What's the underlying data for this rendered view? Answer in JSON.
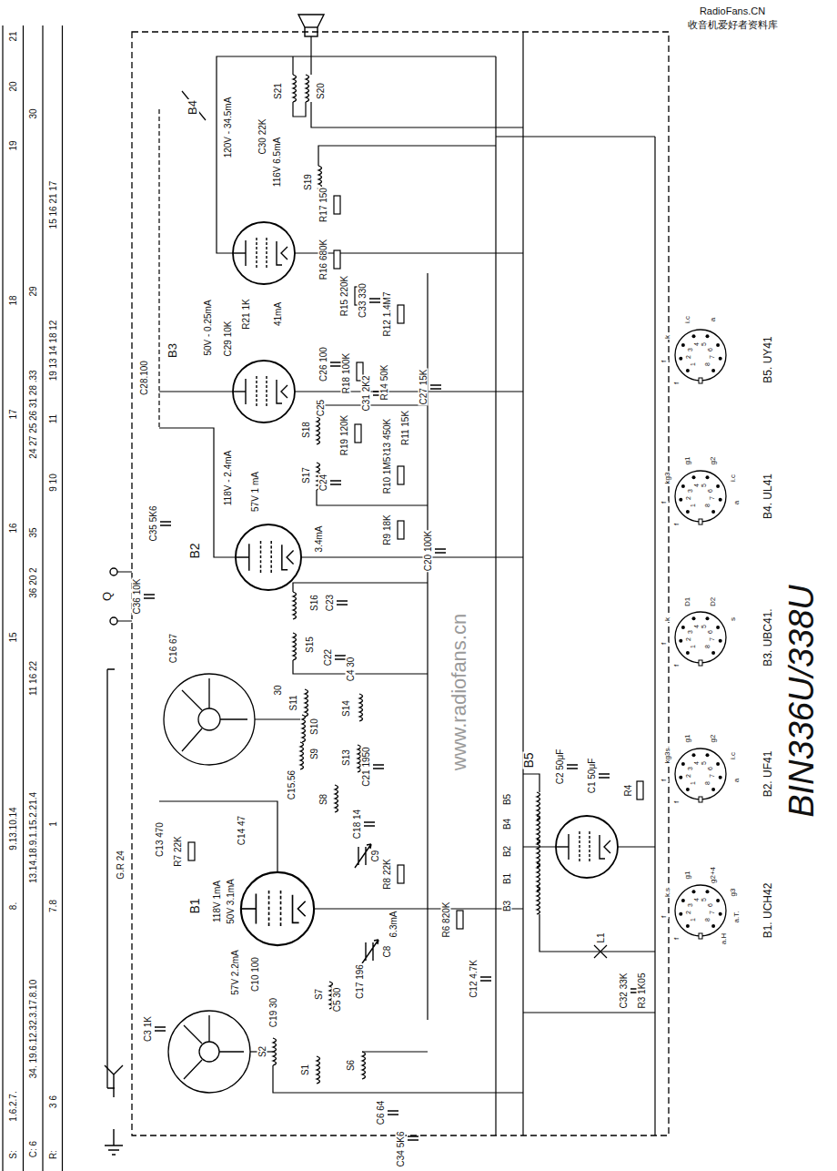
{
  "diagram": {
    "title": "BIN336U/338U",
    "labels": [
      "RadioFans.CN",
      "收音机爱好者资料库",
      "S:",
      "1.6.2.7.",
      "8.",
      "9.13.10.14",
      "15",
      "16",
      "17",
      "18",
      "19",
      "20",
      "21",
      "C: 6",
      "34. 19.6.12.32.3.17.8.10",
      "13.14.18.9.1.15.2.21.4",
      "11 16 22",
      "36 20 2",
      "35",
      "24 27 25 26 31 28 .33",
      "29",
      "30",
      "R:",
      "3 6",
      "7.8",
      "1",
      "9 10",
      "11",
      "19 13 14 18 12",
      "15 16 21 17",
      "B4",
      "120V - 34.5mA",
      "C30 22K",
      "116V 6.5mA",
      "S21",
      "S20",
      "S19",
      "41mA",
      "R21 1K",
      "C29 10K",
      "50V - 0.25mA",
      "B3",
      "C28.100",
      "R17 150",
      "R16 680K",
      "R15 220K",
      "C33 330",
      "R12 1.4M7",
      "C26 100",
      "C25",
      "S18",
      "R18 100K",
      "C31 2K2",
      "R14 50K",
      "R19 120K",
      "R13 450K",
      "R11 15K",
      "C27 15K",
      "S17",
      "C24",
      "118V - 2.4mA",
      "57V 1 mA",
      "3.4mA",
      "R10 1M5",
      "R9 18K",
      "C20 100K",
      "B2",
      "C35 5K6",
      "Q",
      "C36 10K",
      "S16",
      "C23",
      "S15",
      "C22",
      "C16 67",
      "C4 30",
      "S14",
      "S11",
      "30",
      "S10",
      "S9",
      "S13",
      "C21 1950",
      "C15.56",
      "S8",
      "C14 47",
      "C13 470",
      "R7 22K",
      "C18 14",
      "C9",
      "G.R 24",
      "B1",
      "118V 1mA",
      "50V 3.1mA",
      "R8 22K",
      "6.3mA",
      "57V 2.2mA",
      "C10 100",
      "R6 820K",
      "C8",
      "C17 196",
      "S7",
      "C5 30",
      "C12 4.7K",
      "C3 1K",
      "C19 30",
      "S2",
      "S1",
      "S6",
      "C6 64",
      "C34 5K6",
      "B5",
      "C2 50μF",
      "C1 50μF",
      "R4",
      "B3",
      "B1",
      "B2",
      "B4",
      "B5",
      "L1",
      "C32 33K",
      "R3 1K05",
      "www.radiofans.cn",
      "B1. UCH42",
      "B2. UF41",
      "B3. UBC41.",
      "B4. UL41",
      "B5. UY41",
      "1",
      "2",
      "3",
      "4",
      "5",
      "6",
      "7",
      "8",
      "f",
      "f",
      "k.s",
      "g1",
      "g2+4",
      "g3",
      "a.T.",
      "a.H",
      "1",
      "2",
      "3",
      "4",
      "5",
      "6",
      "7",
      "8",
      "f",
      "f",
      "kg3s",
      "g1",
      "g2",
      "i.c",
      "a",
      "1",
      "2",
      "3",
      "4",
      "5",
      "6",
      "7",
      "8",
      "f",
      "f",
      "k",
      "D1",
      "D2",
      "s",
      "1",
      "2",
      "3",
      "4",
      "5",
      "6",
      "7",
      "8",
      "f",
      "f",
      "kg3",
      "g1",
      "g2",
      "i.c",
      "a",
      "1",
      "2",
      "3",
      "4",
      "5",
      "6",
      "7",
      "8",
      "f",
      "f",
      "k",
      "i.c",
      "a"
    ]
  }
}
